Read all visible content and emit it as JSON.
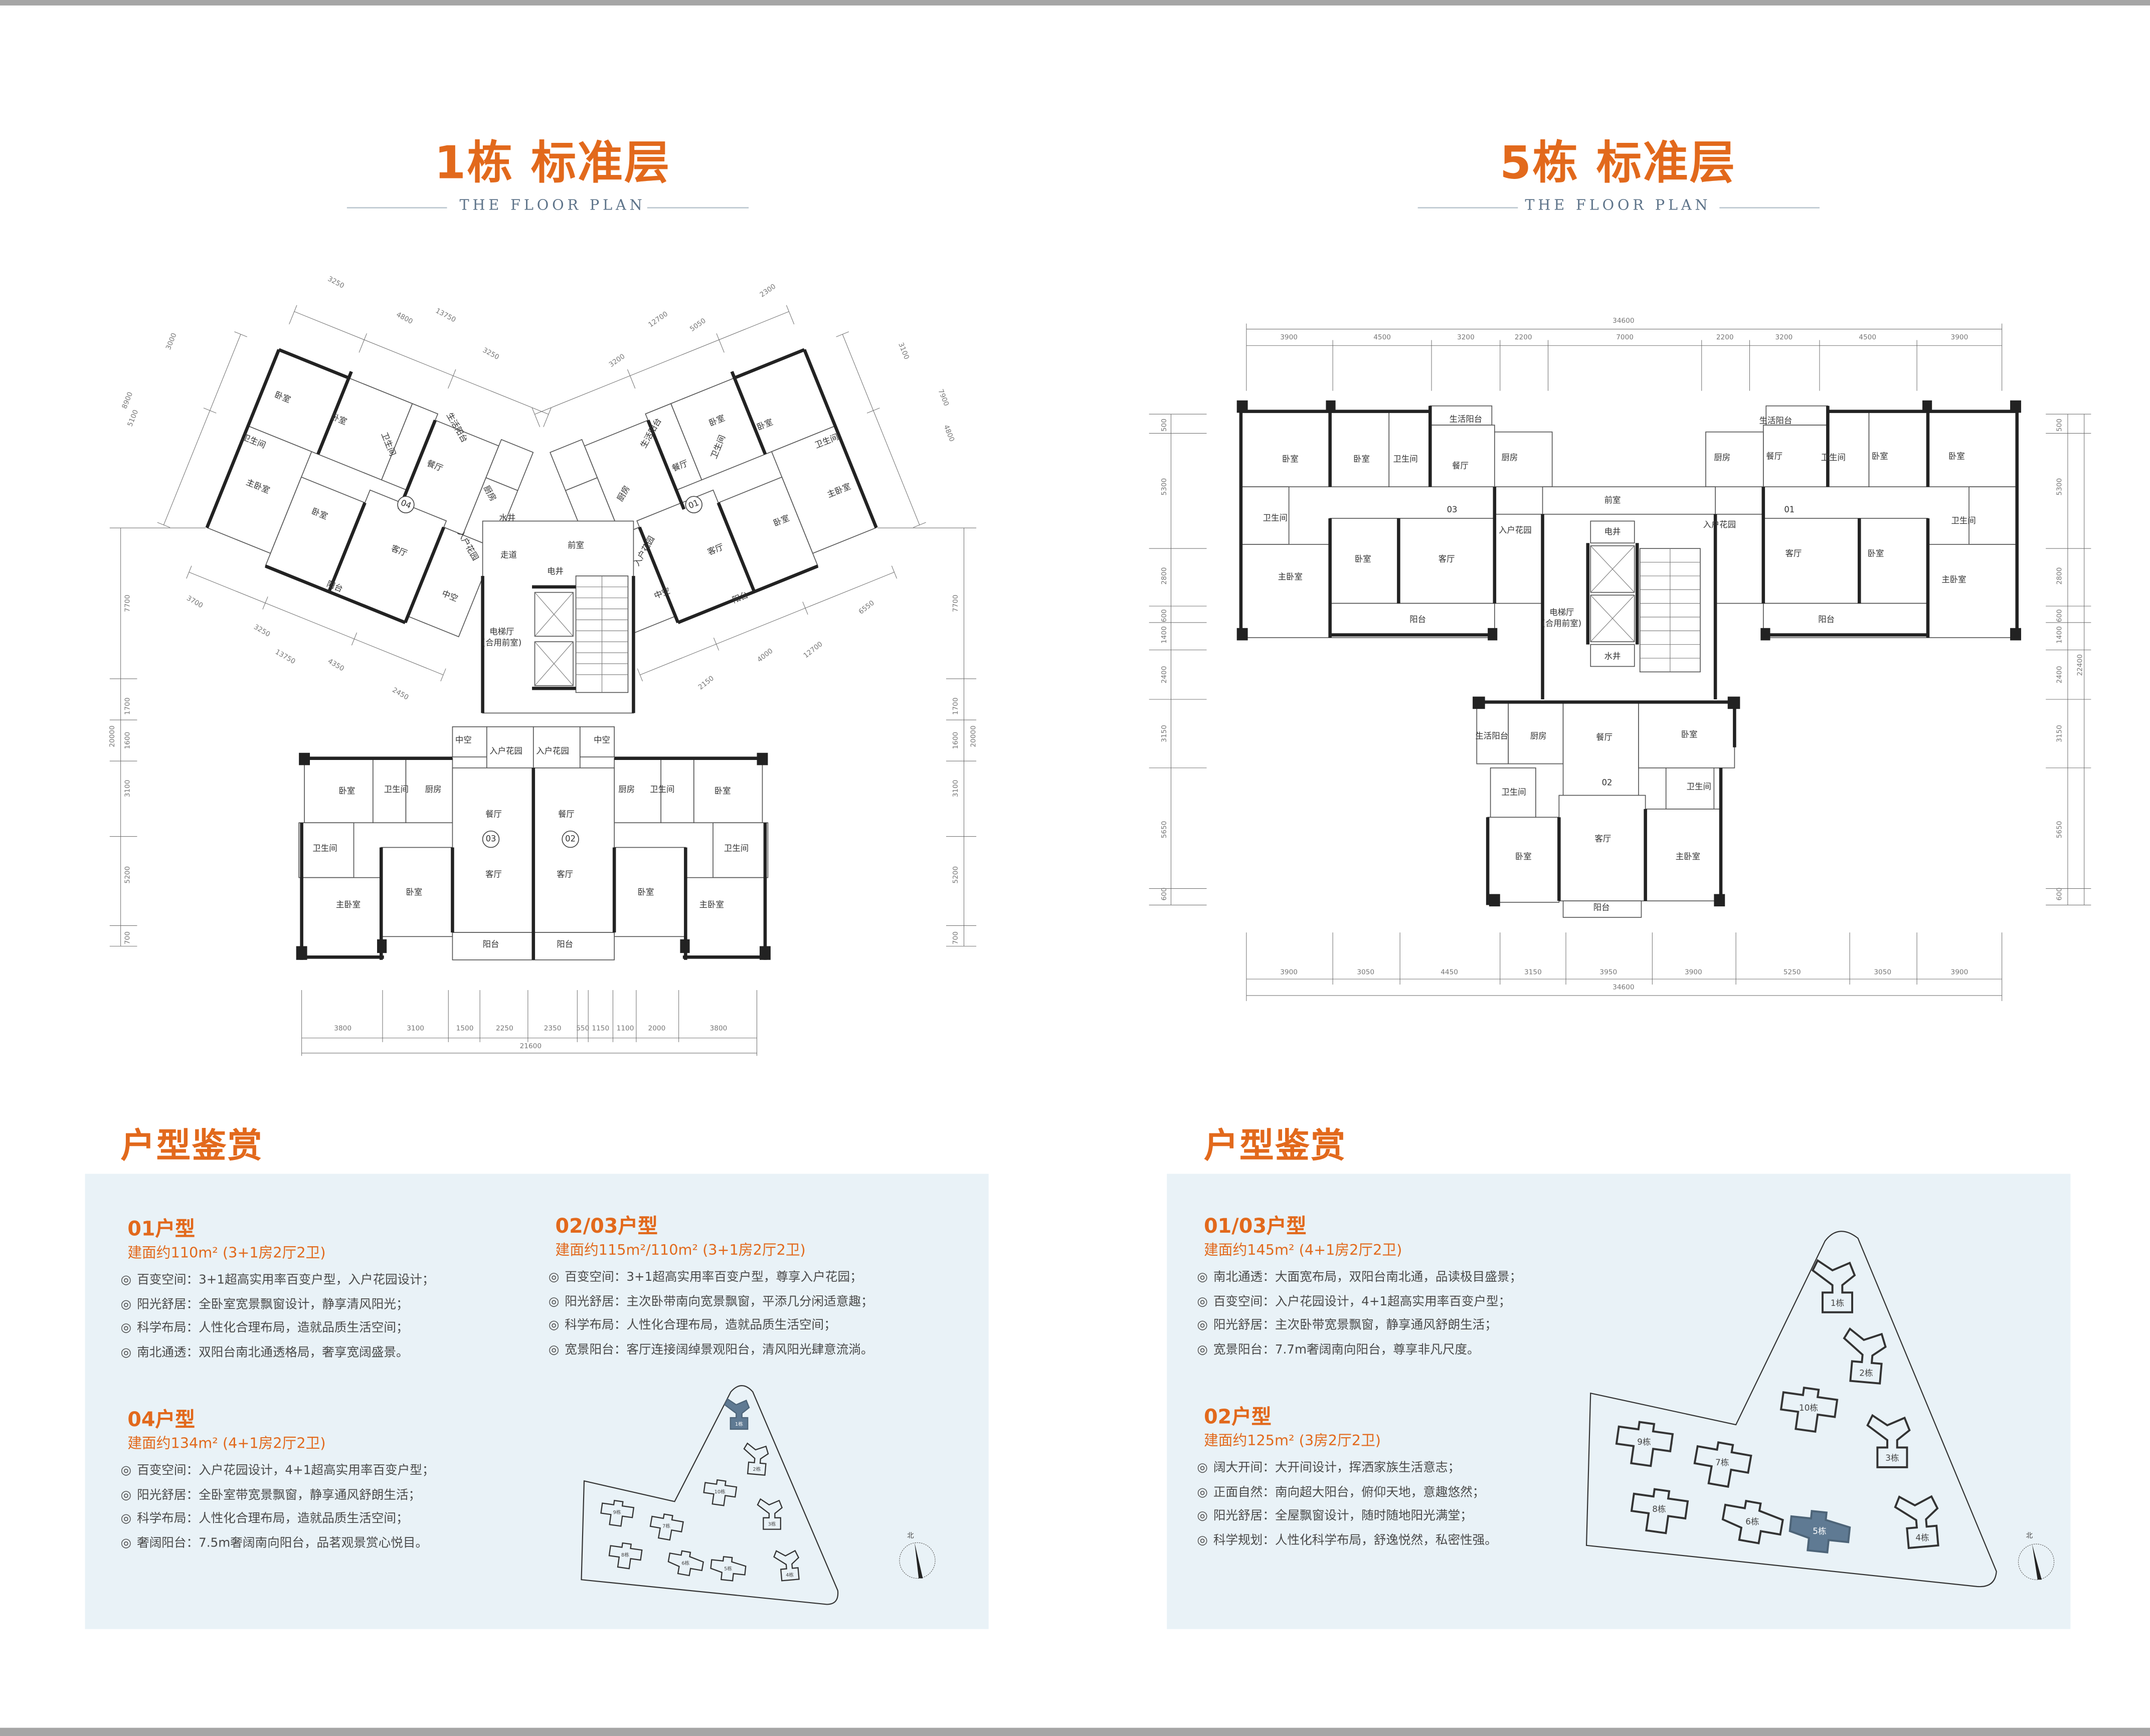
{
  "colors": {
    "accent": "#e2691c",
    "panel_bg": "#e9f2f7",
    "highlight": "#5f7a93"
  },
  "plan1": {
    "title": "1栋 标准层",
    "subtitle": "THE FLOOR PLAN",
    "rooms": [
      "卧室",
      "卧室",
      "卫生间",
      "卫生间",
      "生活阳台",
      "餐厅",
      "厨房",
      "主卧室",
      "卧室",
      "04",
      "客厅",
      "入户花园",
      "阳台",
      "中空",
      "水井",
      "走道",
      "前室",
      "电井",
      "电梯厅",
      "(合用前室)",
      "生活阳台",
      "卧室",
      "卧室",
      "卫生间",
      "卫生间",
      "厨房",
      "餐厅",
      "01",
      "主卧室",
      "卧室",
      "入户花园",
      "客厅",
      "中空",
      "阳台",
      "中空",
      "入户花园",
      "入户花园",
      "中空",
      "卧室",
      "卫生间",
      "厨房",
      "餐厅",
      "03",
      "卫生间",
      "客厅",
      "卧室",
      "主卧室",
      "阳台",
      "厨房",
      "卫生间",
      "卧室",
      "餐厅",
      "02",
      "客厅",
      "卫生间",
      "卧室",
      "主卧室",
      "阳台"
    ],
    "dims": [
      "3800",
      "3100",
      "1500",
      "2250",
      "2350",
      "550",
      "1150",
      "1100",
      "2000",
      "3800",
      "21600",
      "7700",
      "1700",
      "1600",
      "3100",
      "5200",
      "700",
      "20000",
      "7700",
      "1700",
      "1600",
      "3100",
      "5200",
      "700",
      "20000",
      "3250",
      "4800",
      "13750",
      "3250",
      "3000",
      "8900",
      "5100",
      "3700",
      "3250",
      "13750",
      "4350",
      "2450",
      "2300",
      "12700",
      "5050",
      "3200",
      "3100",
      "7900",
      "4800",
      "6550",
      "12700",
      "4000",
      "2150"
    ]
  },
  "plan2": {
    "title": "5栋 标准层",
    "subtitle": "THE FLOOR PLAN",
    "rooms": [
      "卧室",
      "卧室",
      "卫生间",
      "生活阳台",
      "餐厅",
      "厨房",
      "03",
      "卫生间",
      "入户花园",
      "卧室",
      "客厅",
      "主卧室",
      "阳台",
      "前室",
      "电井",
      "电梯厅",
      "(合用前室)",
      "水井",
      "生活阳台",
      "厨房",
      "餐厅",
      "卫生间",
      "卧室",
      "卧室",
      "01",
      "入户花园",
      "卫生间",
      "客厅",
      "卧室",
      "主卧室",
      "阳台",
      "生活阳台",
      "厨房",
      "餐厅",
      "卧室",
      "02",
      "卫生间",
      "卫生间",
      "客厅",
      "卧室",
      "主卧室",
      "阳台"
    ],
    "dims": [
      "34600",
      "3900",
      "4500",
      "3200",
      "2200",
      "7000",
      "2200",
      "3200",
      "4500",
      "3900",
      "3900",
      "3050",
      "4450",
      "3150",
      "3950",
      "3900",
      "5250",
      "3050",
      "3900",
      "34600",
      "500",
      "5300",
      "2800",
      "600",
      "1400",
      "2400",
      "3150",
      "5650",
      "600",
      "500",
      "5300",
      "2800",
      "600",
      "1400",
      "2400",
      "3150",
      "5650",
      "600",
      "22400"
    ]
  },
  "left_section": {
    "heading": "户型鉴赏",
    "units": [
      {
        "name": "01户型",
        "area": "建面约110m²  (3+1房2厅2卫)",
        "bullets": [
          "百变空间：3+1超高实用率百变户型，入户花园设计；",
          "阳光舒居：全卧室宽景飘窗设计，静享清风阳光；",
          "科学布局：人性化合理布局，造就品质生活空间；",
          "南北通透：双阳台南北通透格局，奢享宽阔盛景。"
        ]
      },
      {
        "name": "02/03户型",
        "area": "建面约115m²/110m²  (3+1房2厅2卫)",
        "bullets": [
          "百变空间：3+1超高实用率百变户型，尊享入户花园；",
          "阳光舒居：主次卧带南向宽景飘窗，平添几分闲适意趣；",
          "科学布局：人性化合理布局，造就品质生活空间；",
          "宽景阳台：客厅连接阔绰景观阳台，清风阳光肆意流淌。"
        ]
      },
      {
        "name": "04户型",
        "area": "建面约134m²  (4+1房2厅2卫)",
        "bullets": [
          "百变空间：入户花园设计，4+1超高实用率百变户型；",
          "阳光舒居：全卧室带宽景飘窗，静享通风舒朗生活；",
          "科学布局：人性化合理布局，造就品质生活空间；",
          "奢阔阳台：7.5m奢阔南向阳台，品茗观景赏心悦目。"
        ]
      }
    ],
    "site": {
      "buildings": [
        "1栋",
        "2栋",
        "10栋",
        "3栋",
        "9栋",
        "7栋",
        "8栋",
        "6栋",
        "5栋",
        "4栋"
      ],
      "highlighted": "1栋",
      "north": "北"
    }
  },
  "right_section": {
    "heading": "户型鉴赏",
    "units": [
      {
        "name": "01/03户型",
        "area": "建面约145m²  (4+1房2厅2卫)",
        "bullets": [
          "南北通透：大面宽布局，双阳台南北通，品读极目盛景；",
          "百变空间：入户花园设计，4+1超高实用率百变户型；",
          "阳光舒居：主次卧带宽景飘窗，静享通风舒朗生活；",
          "宽景阳台：7.7m奢阔南向阳台，尊享非凡尺度。"
        ]
      },
      {
        "name": "02户型",
        "area": "建面约125m²  (3房2厅2卫)",
        "bullets": [
          "阔大开间：大开间设计，挥洒家族生活意志；",
          "正面自然：南向超大阳台，俯仰天地，意趣悠然；",
          "阳光舒居：全屋飘窗设计，随时随地阳光满堂；",
          "科学规划：人性化科学布局，舒逸悦然，私密性强。"
        ]
      }
    ],
    "site": {
      "buildings": [
        "1栋",
        "2栋",
        "10栋",
        "3栋",
        "9栋",
        "7栋",
        "8栋",
        "6栋",
        "5栋",
        "4栋"
      ],
      "highlighted": "5栋",
      "north": "北"
    }
  }
}
